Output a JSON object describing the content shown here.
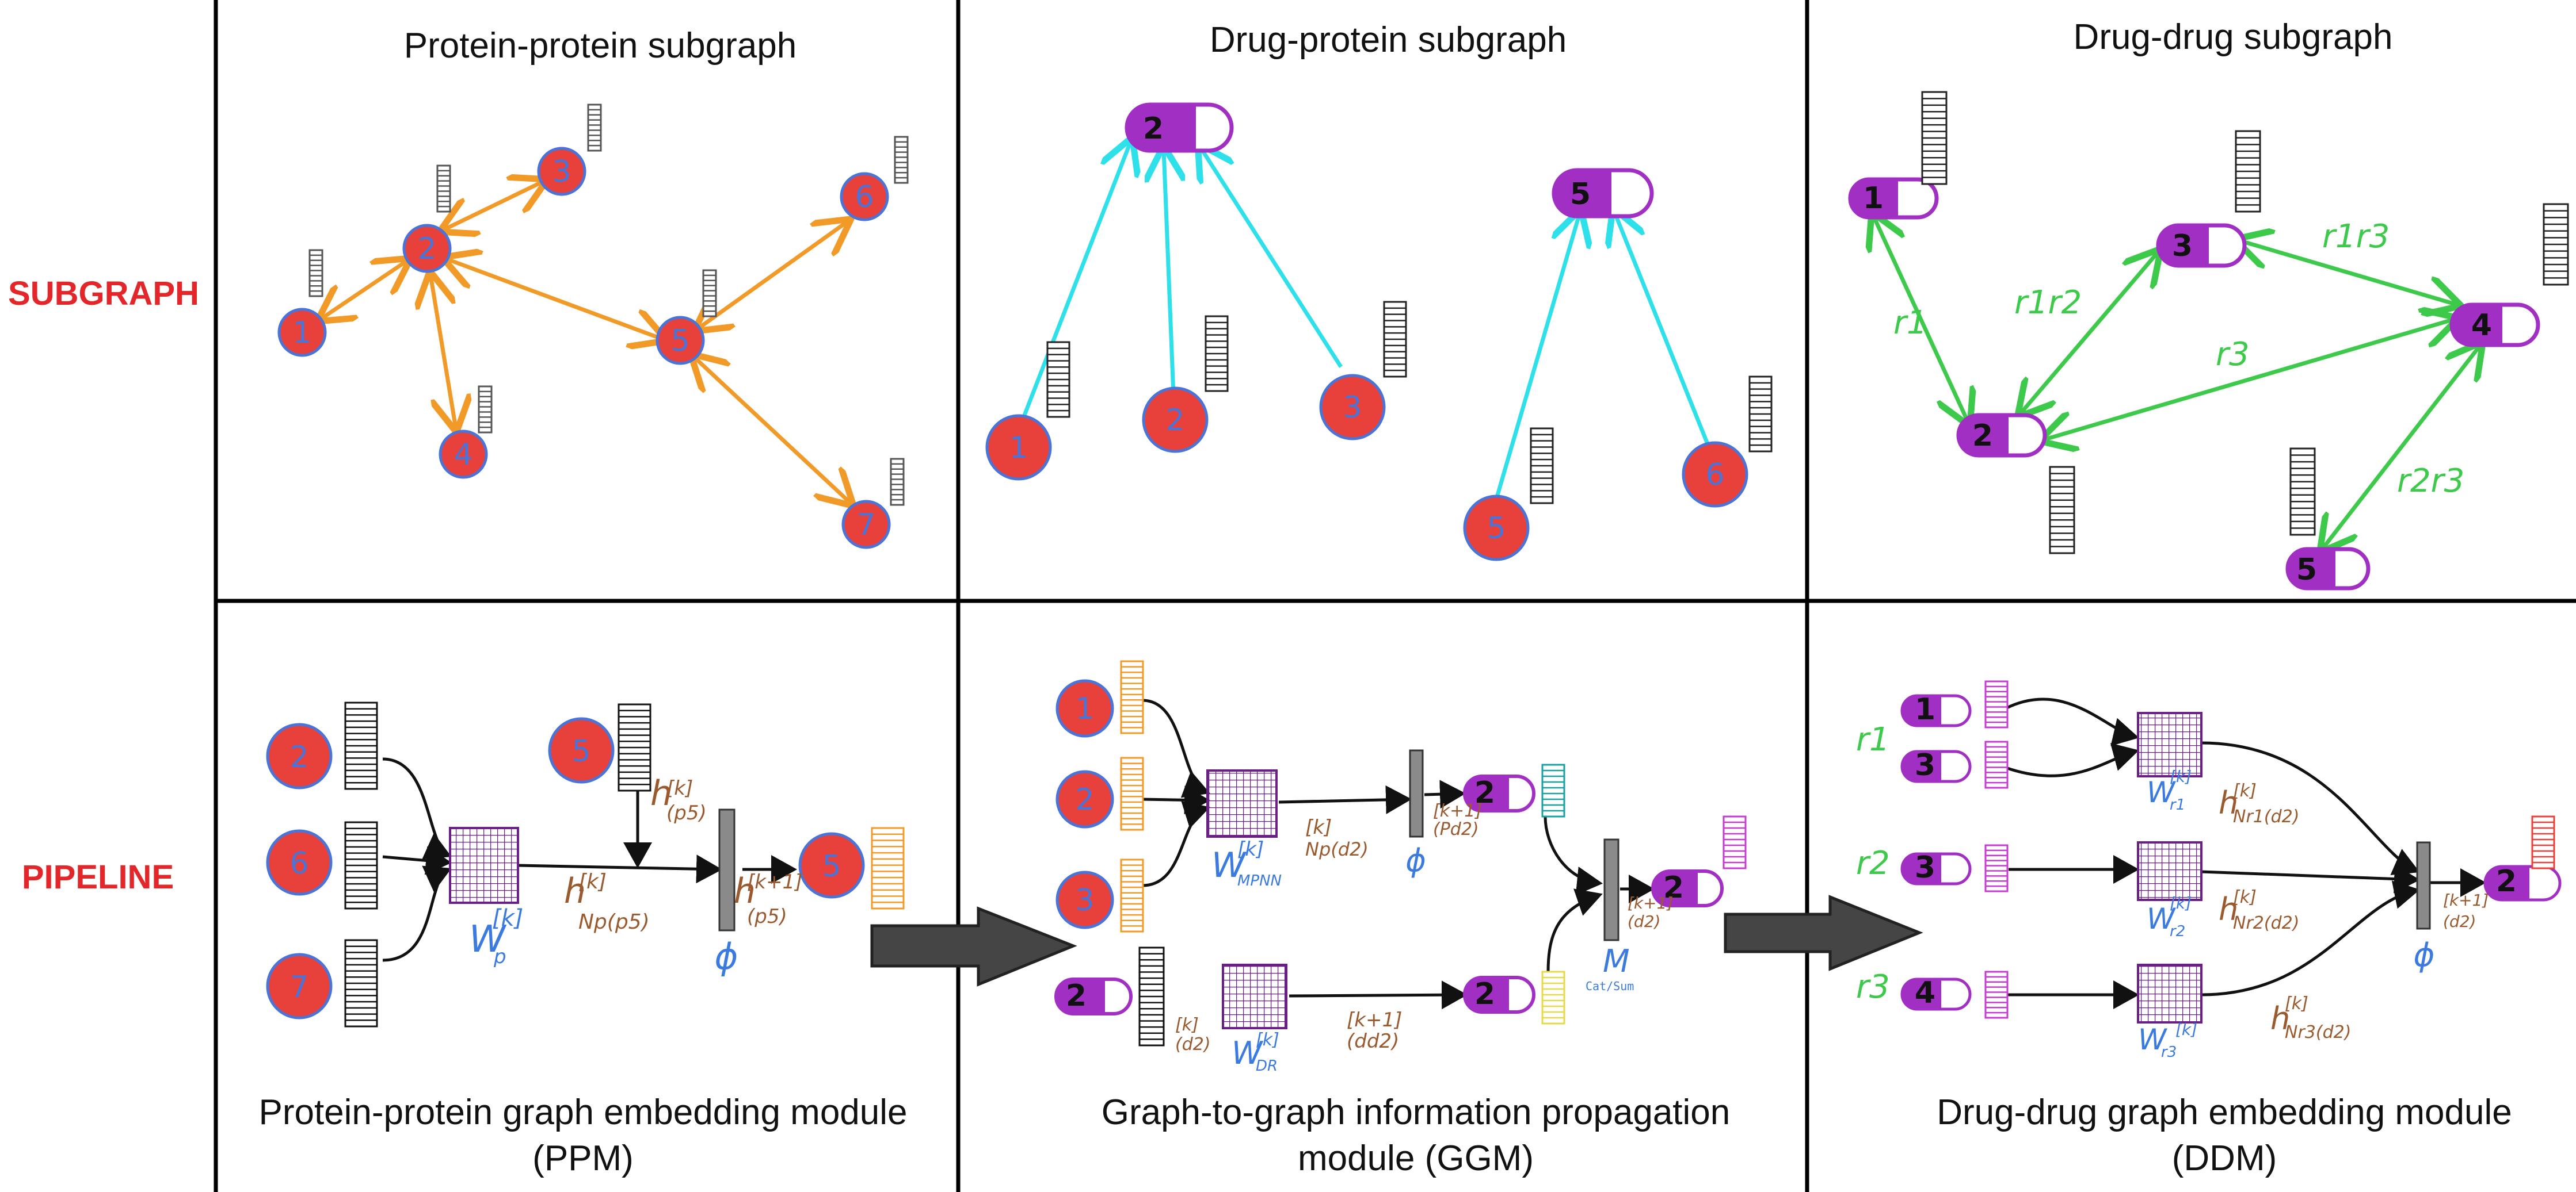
{
  "row_labels": {
    "subgraph": "SUBGRAPH",
    "pipeline": "PIPELINE"
  },
  "panels": {
    "pp": {
      "title": "Protein-protein subgraph",
      "nodes": [
        "1",
        "2",
        "3",
        "4",
        "5",
        "6",
        "7"
      ]
    },
    "dp": {
      "title": "Drug-protein subgraph",
      "drugs": [
        "2",
        "5"
      ],
      "proteins": [
        "1",
        "2",
        "3",
        "5",
        "6"
      ]
    },
    "dd": {
      "title": "Drug-drug subgraph",
      "drugs": [
        "1",
        "2",
        "3",
        "4",
        "5"
      ],
      "edge_labels": {
        "r1": "r1",
        "r1r2": "r1r2",
        "r1r3": "r1r3",
        "r3": "r3",
        "r2r3": "r2r3"
      }
    }
  },
  "pipeline": {
    "ppm": {
      "inputs": [
        "2",
        "6",
        "7"
      ],
      "center": "5",
      "output": "5",
      "labels": {
        "weight": "W",
        "weight_sub": "p",
        "weight_sup": "[k]",
        "hn": "h",
        "hn_sup": "[k]",
        "hn_sub": "Np(p5)",
        "hself_sup": "[k]",
        "hself_sub": "(p5)",
        "hnext_sup": "[k+1]",
        "hnext_sub": "(p5)",
        "phi": "ϕ"
      },
      "caption_line1": "Protein-protein graph embedding module",
      "caption_line2": "(PPM)"
    },
    "ggm": {
      "inputs": [
        "1",
        "2",
        "3"
      ],
      "drug_mid": "2",
      "drug_in": "2",
      "drug_mid2": "2",
      "drug_out": "2",
      "labels": {
        "weight_mpnn": "W",
        "weight_mpnn_sub": "MPNN",
        "weight_mpnn_sup": "[k]",
        "hn_sup": "[k]",
        "hn_sub": "Np(d2)",
        "hpd_sup": "[k+1]",
        "hpd_sub": "(Pd2)",
        "phi": "ϕ",
        "weight_dr": "W",
        "weight_dr_sub": "DR",
        "weight_dr_sup": "[k]",
        "hd_sup": "[k]",
        "hd_sub": "(d2)",
        "hdd_sup": "[k+1]",
        "hdd_sub": "(dd2)",
        "m": "M",
        "m_note": "Cat/Sum",
        "hout_sup": "[k+1]",
        "hout_sub": "(d2)"
      },
      "caption_line1": "Graph-to-graph information propagation",
      "caption_line2": "module (GGM)"
    },
    "ddm": {
      "rows": [
        {
          "rel": "r1",
          "drugs": [
            "1",
            "3"
          ],
          "w_sub": "r1",
          "hn_sub": "Nr1(d2)"
        },
        {
          "rel": "r2",
          "drugs": [
            "3"
          ],
          "w_sub": "r2",
          "hn_sub": "Nr2(d2)"
        },
        {
          "rel": "r3",
          "drugs": [
            "4"
          ],
          "w_sub": "r3",
          "hn_sub": "Nr3(d2)"
        }
      ],
      "output": "2",
      "labels": {
        "w": "W",
        "w_sup": "[k]",
        "h": "h",
        "h_sup": "[k]",
        "phi": "ϕ",
        "hout_sup": "[k+1]",
        "hout_sub": "(d2)"
      },
      "caption_line1": "Drug-drug graph embedding module",
      "caption_line2": "(DDM)"
    }
  },
  "colors": {
    "protein": "#e8403a",
    "protein_stroke": "#4a74d8",
    "drug": "#a22fc4",
    "pp_edge": "#f29a28",
    "dp_edge": "#2ee0ea",
    "dd_edge": "#3dc94a",
    "row_label": "#e3262a",
    "weight": "#3b7be0",
    "h_label": "#9a5a2e",
    "arrow_block": "#454545"
  }
}
